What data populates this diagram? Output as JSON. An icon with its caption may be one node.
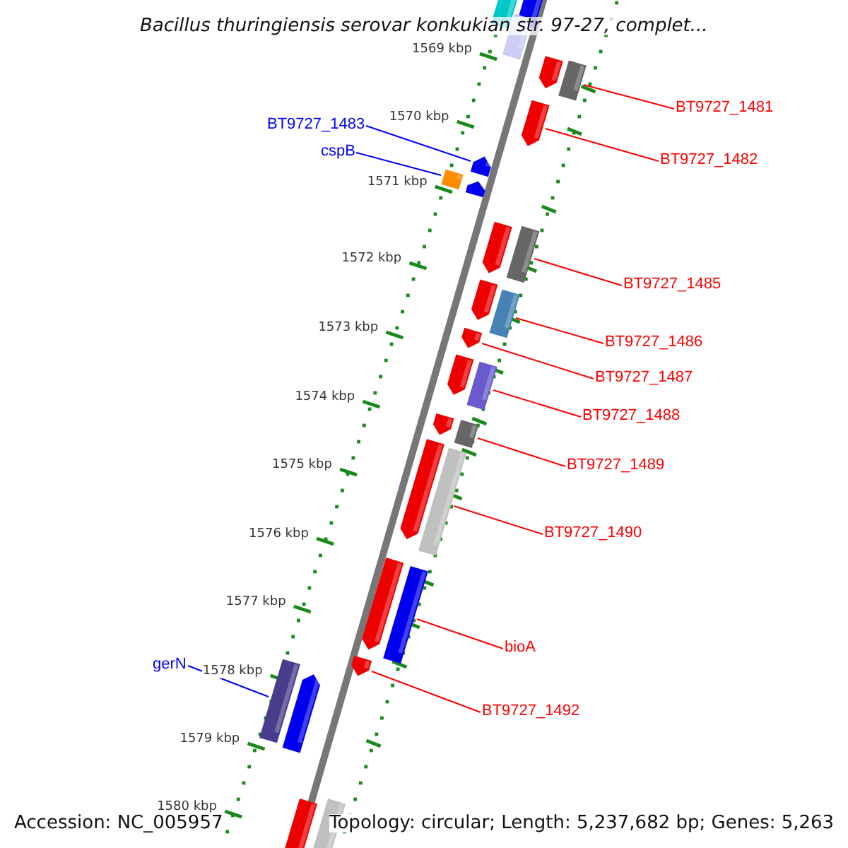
{
  "diagram": {
    "title": "Bacillus thuringiensis serovar konkukian str. 97-27, complet...",
    "nodes": [
      {
        "text": [
          "BT9727_1481"
        ]
      },
      {
        "text": [
          "BT9727_1483"
        ]
      },
      {
        "text": [
          "cspB"
        ]
      },
      {
        "text": [
          "BT9727_1482"
        ]
      },
      {
        "text": [
          "BT9727_1485"
        ]
      },
      {
        "text": [
          "BT9727_1486"
        ]
      },
      {
        "text": [
          "BT9727_1487"
        ]
      },
      {
        "text": [
          "BT9727_1488"
        ]
      },
      {
        "text": [
          "BT9727_1489"
        ]
      },
      {
        "text": [
          "BT9727_1490"
        ]
      },
      {
        "text": [
          "bioA"
        ]
      },
      {
        "text": [
          "gerN"
        ]
      },
      {
        "text": [
          "BT9727_1492"
        ]
      },
      {
        "text": [],
        "shape": "box"
      },
      {
        "text": [],
        "shape": "box"
      },
      {
        "text": [],
        "shape": "box"
      },
      {
        "text": [],
        "shape": "pentagon"
      },
      {
        "text": [],
        "shape": "box"
      },
      {
        "text": [],
        "shape": "pentagon"
      },
      {
        "text": [],
        "shape": "pentagon"
      },
      {
        "text": [],
        "shape": "box"
      },
      {
        "text": [],
        "shape": "pentagon"
      },
      {
        "text": [],
        "shape": "pentagon"
      },
      {
        "text": [],
        "shape": "box"
      },
      {
        "text": [],
        "shape": "pentagon"
      },
      {
        "text": [],
        "shape": "box"
      },
      {
        "text": [],
        "shape": "pentagon"
      },
      {
        "text": [],
        "shape": "pentagon"
      },
      {
        "text": [],
        "shape": "box"
      },
      {
        "text": [],
        "shape": "pentagon"
      },
      {
        "text": [],
        "shape": "box"
      },
      {
        "text": [],
        "shape": "pentagon"
      },
      {
        "text": [],
        "shape": "box"
      },
      {
        "text": [],
        "shape": "pentagon"
      },
      {
        "text": [],
        "shape": "box"
      },
      {
        "text": [],
        "shape": "pentagon"
      },
      {
        "text": [],
        "shape": "box"
      },
      {
        "text": [],
        "shape": "pentagon"
      },
      {
        "text": [],
        "shape": "box"
      },
      {
        "text": [],
        "shape": "box"
      }
    ],
    "edges": [
      {
        "from": 0,
        "to": 17,
        "arrow": "none"
      },
      {
        "from": 1,
        "to": 19,
        "arrow": "none",
        "color": "#0000ff"
      },
      {
        "from": 2,
        "to": 20,
        "arrow": "none",
        "color": "#0000ff"
      },
      {
        "from": 3,
        "to": 18,
        "arrow": "none"
      },
      {
        "from": 4,
        "to": 23,
        "arrow": "none"
      },
      {
        "from": 5,
        "to": 25,
        "arrow": "none"
      },
      {
        "from": 6,
        "to": 26,
        "arrow": "none"
      },
      {
        "from": 7,
        "to": 28,
        "arrow": "none"
      },
      {
        "from": 8,
        "to": 30,
        "arrow": "none"
      },
      {
        "from": 9,
        "to": 32,
        "arrow": "none"
      },
      {
        "from": 10,
        "to": 34,
        "arrow": "none"
      },
      {
        "from": 11,
        "to": 36,
        "arrow": "none",
        "color": "#0000ff"
      },
      {
        "from": 12,
        "to": 35,
        "arrow": "none"
      }
    ],
    "labels": [
      "1569 kbp",
      "1570 kbp",
      "1571 kbp",
      "1572 kbp",
      "1573 kbp",
      "1574 kbp",
      "1575 kbp",
      "1576 kbp",
      "1577 kbp",
      "1578 kbp",
      "1579 kbp",
      "1580 kbp",
      "Accession: NC_005957",
      "Topology: circular; Length: 5,237,682 bp; Genes: 5,263"
    ]
  }
}
